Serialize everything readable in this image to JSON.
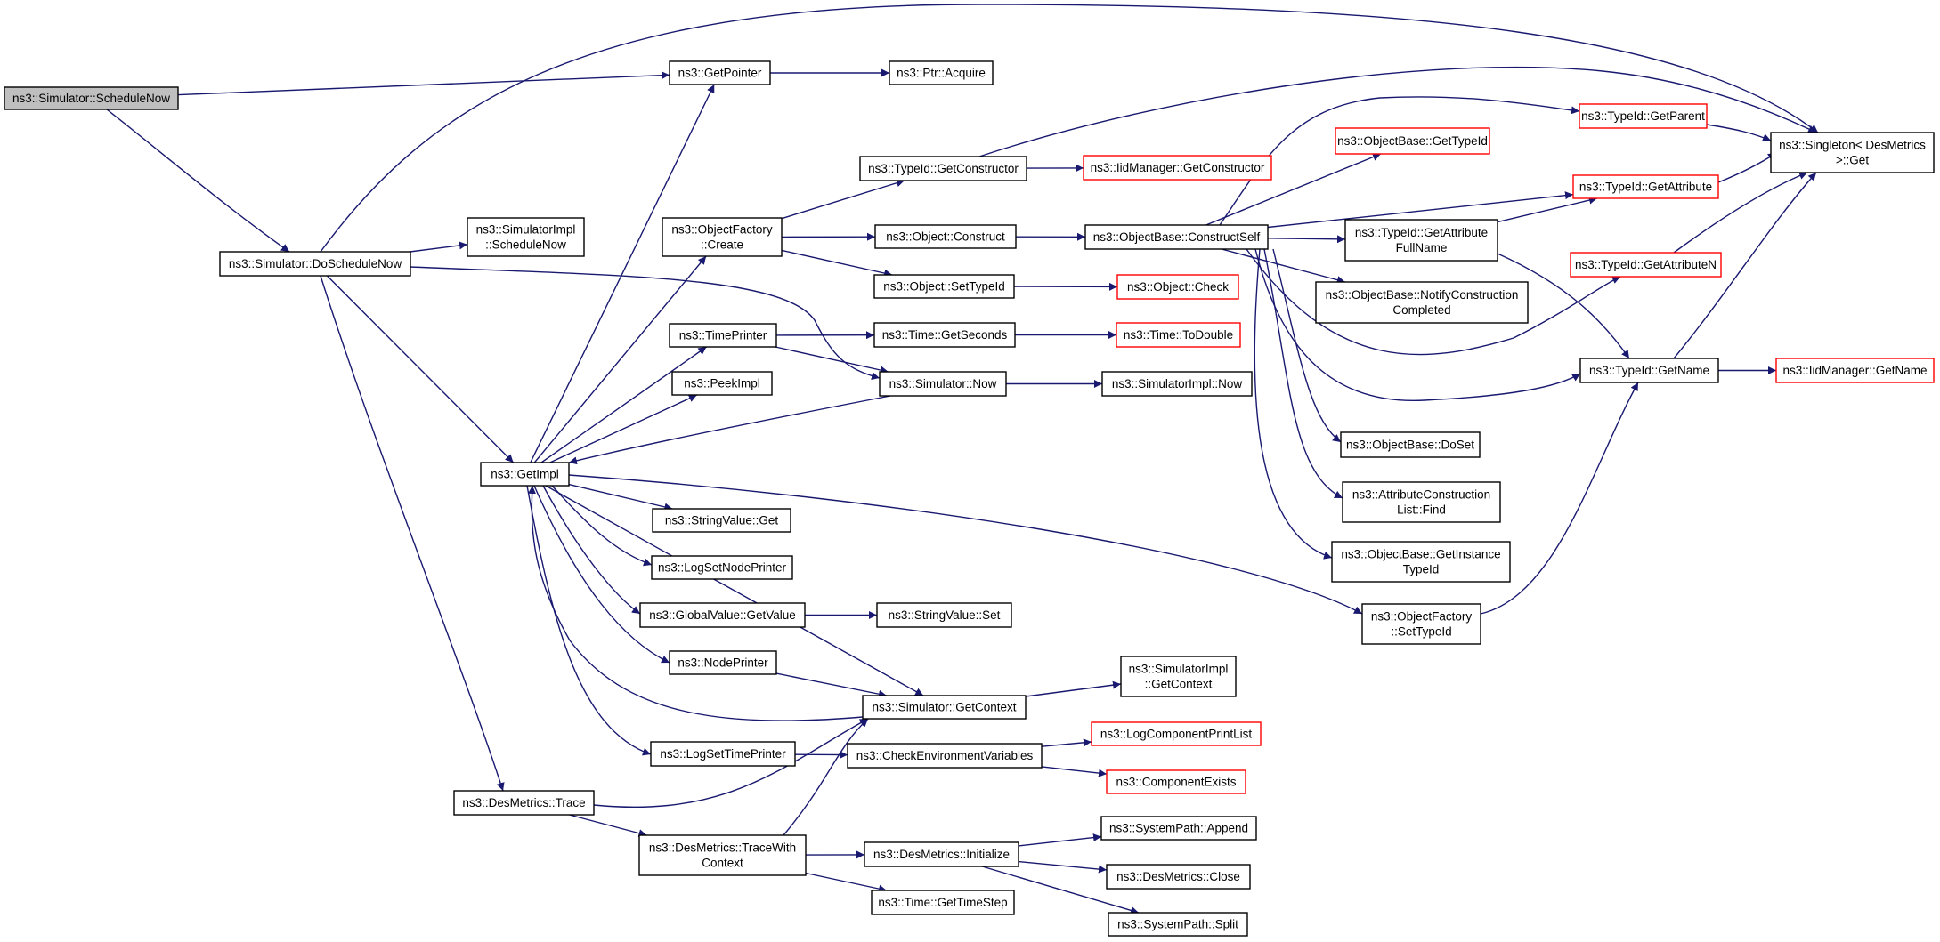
{
  "colors": {
    "edge": "#191970",
    "node_border": "#000000",
    "node_border_truncated": "#ff0000",
    "root_fill": "#bfbfbf"
  },
  "nodes": [
    {
      "id": "n0",
      "lines": [
        "ns3::Simulator::ScheduleNow"
      ],
      "kind": "root"
    },
    {
      "id": "n1",
      "lines": [
        "ns3::Simulator::DoScheduleNow"
      ],
      "kind": "normal"
    },
    {
      "id": "n2",
      "lines": [
        "ns3::GetPointer"
      ],
      "kind": "normal"
    },
    {
      "id": "n3",
      "lines": [
        "ns3::Ptr::Acquire"
      ],
      "kind": "normal"
    },
    {
      "id": "n4",
      "lines": [
        "ns3::Singleton< DesMetrics",
        ">::Get"
      ],
      "kind": "normal"
    },
    {
      "id": "n5",
      "lines": [
        "ns3::SimulatorImpl",
        "::ScheduleNow"
      ],
      "kind": "normal"
    },
    {
      "id": "n6",
      "lines": [
        "ns3::GetImpl"
      ],
      "kind": "normal"
    },
    {
      "id": "n7",
      "lines": [
        "ns3::ObjectFactory",
        "::Create"
      ],
      "kind": "normal"
    },
    {
      "id": "n8",
      "lines": [
        "ns3::TypeId::GetConstructor"
      ],
      "kind": "normal"
    },
    {
      "id": "n9",
      "lines": [
        "ns3::IidManager::GetConstructor"
      ],
      "kind": "red"
    },
    {
      "id": "n10",
      "lines": [
        "ns3::Object::Construct"
      ],
      "kind": "normal"
    },
    {
      "id": "n11",
      "lines": [
        "ns3::ObjectBase::ConstructSelf"
      ],
      "kind": "normal"
    },
    {
      "id": "n12",
      "lines": [
        "ns3::ObjectBase::GetTypeId"
      ],
      "kind": "red"
    },
    {
      "id": "n13",
      "lines": [
        "ns3::TypeId::GetParent"
      ],
      "kind": "red"
    },
    {
      "id": "n14",
      "lines": [
        "ns3::TypeId::GetAttribute"
      ],
      "kind": "red"
    },
    {
      "id": "n15",
      "lines": [
        "ns3::TypeId::GetAttribute",
        "FullName"
      ],
      "kind": "normal"
    },
    {
      "id": "n16",
      "lines": [
        "ns3::TypeId::GetAttributeN"
      ],
      "kind": "red"
    },
    {
      "id": "n17",
      "lines": [
        "ns3::ObjectBase::NotifyConstruction",
        "Completed"
      ],
      "kind": "normal"
    },
    {
      "id": "n18",
      "lines": [
        "ns3::TypeId::GetName"
      ],
      "kind": "normal"
    },
    {
      "id": "n19",
      "lines": [
        "ns3::IidManager::GetName"
      ],
      "kind": "red"
    },
    {
      "id": "n20",
      "lines": [
        "ns3::ObjectBase::DoSet"
      ],
      "kind": "normal"
    },
    {
      "id": "n21",
      "lines": [
        "ns3::AttributeConstruction",
        "List::Find"
      ],
      "kind": "normal"
    },
    {
      "id": "n22",
      "lines": [
        "ns3::ObjectBase::GetInstance",
        "TypeId"
      ],
      "kind": "normal"
    },
    {
      "id": "n23",
      "lines": [
        "ns3::Object::SetTypeId"
      ],
      "kind": "normal"
    },
    {
      "id": "n24",
      "lines": [
        "ns3::Object::Check"
      ],
      "kind": "red"
    },
    {
      "id": "n25",
      "lines": [
        "ns3::TimePrinter"
      ],
      "kind": "normal"
    },
    {
      "id": "n26",
      "lines": [
        "ns3::Time::GetSeconds"
      ],
      "kind": "normal"
    },
    {
      "id": "n27",
      "lines": [
        "ns3::Time::ToDouble"
      ],
      "kind": "red"
    },
    {
      "id": "n28",
      "lines": [
        "ns3::Simulator::Now"
      ],
      "kind": "normal"
    },
    {
      "id": "n29",
      "lines": [
        "ns3::SimulatorImpl::Now"
      ],
      "kind": "normal"
    },
    {
      "id": "n30",
      "lines": [
        "ns3::PeekImpl"
      ],
      "kind": "normal"
    },
    {
      "id": "n31",
      "lines": [
        "ns3::StringValue::Get"
      ],
      "kind": "normal"
    },
    {
      "id": "n32",
      "lines": [
        "ns3::LogSetNodePrinter"
      ],
      "kind": "normal"
    },
    {
      "id": "n33",
      "lines": [
        "ns3::GlobalValue::GetValue"
      ],
      "kind": "normal"
    },
    {
      "id": "n34",
      "lines": [
        "ns3::StringValue::Set"
      ],
      "kind": "normal"
    },
    {
      "id": "n35",
      "lines": [
        "ns3::ObjectFactory",
        "::SetTypeId"
      ],
      "kind": "normal"
    },
    {
      "id": "n36",
      "lines": [
        "ns3::NodePrinter"
      ],
      "kind": "normal"
    },
    {
      "id": "n37",
      "lines": [
        "ns3::SimulatorImpl",
        "::GetContext"
      ],
      "kind": "normal"
    },
    {
      "id": "n38",
      "lines": [
        "ns3::Simulator::GetContext"
      ],
      "kind": "normal"
    },
    {
      "id": "n39",
      "lines": [
        "ns3::LogSetTimePrinter"
      ],
      "kind": "normal"
    },
    {
      "id": "n40",
      "lines": [
        "ns3::CheckEnvironmentVariables"
      ],
      "kind": "normal"
    },
    {
      "id": "n41",
      "lines": [
        "ns3::LogComponentPrintList"
      ],
      "kind": "red"
    },
    {
      "id": "n42",
      "lines": [
        "ns3::ComponentExists"
      ],
      "kind": "red"
    },
    {
      "id": "n43",
      "lines": [
        "ns3::DesMetrics::Trace"
      ],
      "kind": "normal"
    },
    {
      "id": "n44",
      "lines": [
        "ns3::DesMetrics::TraceWith",
        "Context"
      ],
      "kind": "normal"
    },
    {
      "id": "n45",
      "lines": [
        "ns3::DesMetrics::Initialize"
      ],
      "kind": "normal"
    },
    {
      "id": "n46",
      "lines": [
        "ns3::SystemPath::Append"
      ],
      "kind": "normal"
    },
    {
      "id": "n47",
      "lines": [
        "ns3::DesMetrics::Close"
      ],
      "kind": "normal"
    },
    {
      "id": "n48",
      "lines": [
        "ns3::SystemPath::Split"
      ],
      "kind": "normal"
    },
    {
      "id": "n49",
      "lines": [
        "ns3::Time::GetTimeStep"
      ],
      "kind": "normal"
    }
  ],
  "edges": [
    [
      "n0",
      "n2"
    ],
    [
      "n0",
      "n1"
    ],
    [
      "n1",
      "n4"
    ],
    [
      "n1",
      "n5"
    ],
    [
      "n1",
      "n6"
    ],
    [
      "n1",
      "n28"
    ],
    [
      "n1",
      "n43"
    ],
    [
      "n2",
      "n3"
    ],
    [
      "n6",
      "n2"
    ],
    [
      "n6",
      "n7"
    ],
    [
      "n6",
      "n25"
    ],
    [
      "n6",
      "n30"
    ],
    [
      "n6",
      "n31"
    ],
    [
      "n6",
      "n32"
    ],
    [
      "n6",
      "n33"
    ],
    [
      "n6",
      "n35"
    ],
    [
      "n6",
      "n36"
    ],
    [
      "n6",
      "n38"
    ],
    [
      "n6",
      "n39"
    ],
    [
      "n7",
      "n8"
    ],
    [
      "n7",
      "n10"
    ],
    [
      "n7",
      "n23"
    ],
    [
      "n8",
      "n9"
    ],
    [
      "n8",
      "n4"
    ],
    [
      "n10",
      "n11"
    ],
    [
      "n11",
      "n12"
    ],
    [
      "n11",
      "n13"
    ],
    [
      "n11",
      "n14"
    ],
    [
      "n11",
      "n15"
    ],
    [
      "n11",
      "n16"
    ],
    [
      "n11",
      "n17"
    ],
    [
      "n11",
      "n18"
    ],
    [
      "n11",
      "n20"
    ],
    [
      "n11",
      "n21"
    ],
    [
      "n11",
      "n22"
    ],
    [
      "n13",
      "n4"
    ],
    [
      "n14",
      "n4"
    ],
    [
      "n16",
      "n4"
    ],
    [
      "n15",
      "n14"
    ],
    [
      "n15",
      "n18"
    ],
    [
      "n18",
      "n19"
    ],
    [
      "n18",
      "n4"
    ],
    [
      "n23",
      "n24"
    ],
    [
      "n25",
      "n26"
    ],
    [
      "n25",
      "n28"
    ],
    [
      "n26",
      "n27"
    ],
    [
      "n28",
      "n29"
    ],
    [
      "n28",
      "n6"
    ],
    [
      "n33",
      "n34"
    ],
    [
      "n35",
      "n18"
    ],
    [
      "n36",
      "n38"
    ],
    [
      "n38",
      "n37"
    ],
    [
      "n38",
      "n6"
    ],
    [
      "n39",
      "n40"
    ],
    [
      "n40",
      "n41"
    ],
    [
      "n40",
      "n42"
    ],
    [
      "n43",
      "n44"
    ],
    [
      "n43",
      "n38"
    ],
    [
      "n44",
      "n45"
    ],
    [
      "n44",
      "n49"
    ],
    [
      "n44",
      "n38"
    ],
    [
      "n45",
      "n46"
    ],
    [
      "n45",
      "n47"
    ],
    [
      "n45",
      "n48"
    ]
  ]
}
